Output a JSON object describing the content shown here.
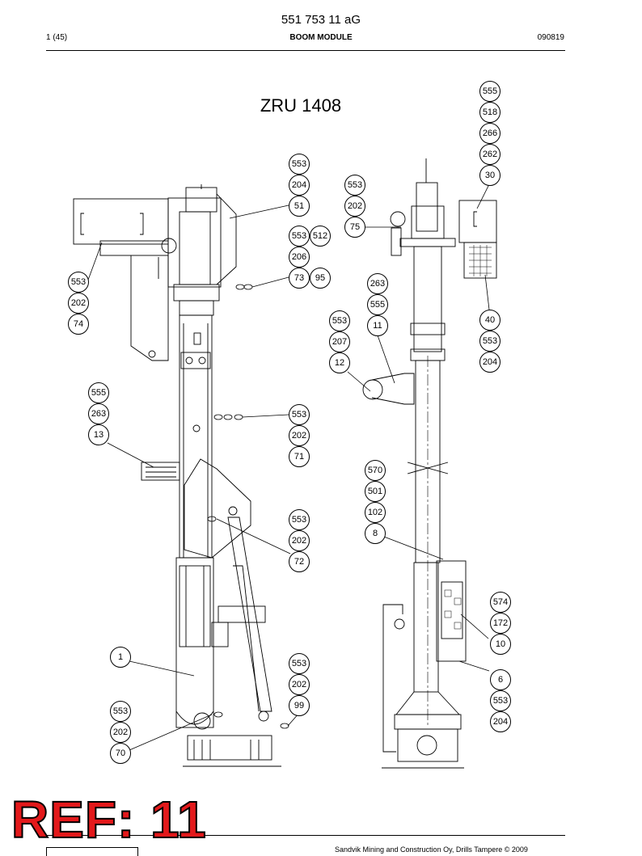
{
  "header": {
    "document_number": "551 753 11 aG",
    "page": "1 (45)",
    "module": "BOOM MODULE",
    "date": "090819"
  },
  "drawing": {
    "title": "ZRU 1408",
    "callouts": [
      "555",
      "518",
      "266",
      "262",
      "30",
      "553",
      "204",
      "51",
      "553",
      "202",
      "75",
      "553",
      "512",
      "206",
      "73",
      "95",
      "553",
      "202",
      "74",
      "263",
      "555",
      "11",
      "553",
      "207",
      "12",
      "40",
      "553",
      "204",
      "555",
      "263",
      "13",
      "553",
      "202",
      "71",
      "570",
      "501",
      "102",
      "8",
      "553",
      "202",
      "72",
      "574",
      "172",
      "10",
      "1",
      "553",
      "202",
      "99",
      "6",
      "553",
      "204",
      "553",
      "202",
      "70"
    ]
  },
  "footer": {
    "copyright": "Sandvik Mining and Construction Oy, Drills Tampere © 2009",
    "stamp": "REF: 11"
  }
}
